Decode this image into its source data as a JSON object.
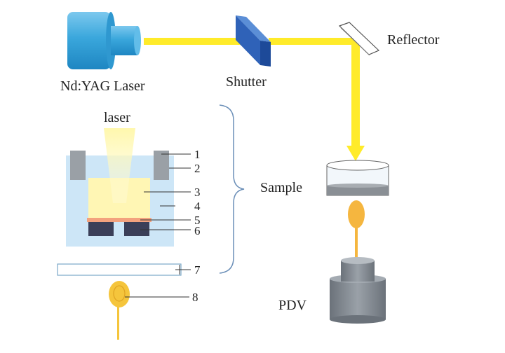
{
  "labels": {
    "laser_source": "Nd:YAG Laser",
    "shutter": "Shutter",
    "reflector": "Reflector",
    "laser_beam": "laser",
    "sample": "Sample",
    "pdv": "PDV"
  },
  "callouts": [
    "1",
    "2",
    "3",
    "4",
    "5",
    "6",
    "7",
    "8"
  ],
  "colors": {
    "laser_body": "#3aa7dc",
    "beam": "#ffeb2a",
    "shutter": "#2f62b8",
    "glass": "#cde6f7",
    "sample_core": "#fff6b4",
    "pdv_body": "#7f868e",
    "probe": "#f5b63f"
  }
}
